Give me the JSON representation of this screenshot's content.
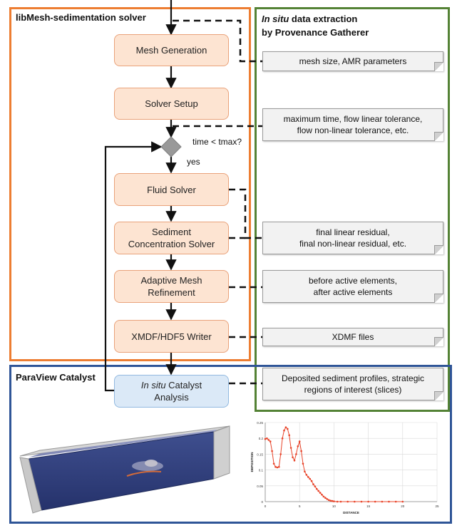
{
  "panels": {
    "libmesh_title": "libMesh-sedimentation solver",
    "insitu_title_em": "In situ",
    "insitu_title_rest": " data extraction",
    "insitu_title_line2": "by Provenance Gatherer",
    "paraview_title": "ParaView Catalyst"
  },
  "colors": {
    "orange": "#ed7d31",
    "green": "#548235",
    "blue": "#2f5597",
    "node_fill": "#fde4d2",
    "node_blue": "#dbe9f7"
  },
  "nodes": {
    "mesh_generation": "Mesh Generation",
    "solver_setup": "Solver Setup",
    "fluid_solver": "Fluid Solver",
    "sediment_line1": "Sediment",
    "sediment_line2": "Concentration Solver",
    "amr_line1": "Adaptive Mesh",
    "amr_line2": "Refinement",
    "writer": "XMDF/HDF5 Writer",
    "catalyst_em": "In situ",
    "catalyst_rest": " Catalyst",
    "catalyst_line2": "Analysis"
  },
  "decision": {
    "condition": "time < tmax?",
    "yes": "yes"
  },
  "docs": {
    "mesh": "mesh size, AMR parameters",
    "setup_line1": "maximum time, flow linear tolerance,",
    "setup_line2": "flow non-linear tolerance, etc.",
    "residual_line1": "final linear residual,",
    "residual_line2": "final non-linear residual, etc.",
    "amr_line1": "before active elements,",
    "amr_line2": "after active elements",
    "xdmf": "XDMF files",
    "catalyst_line1": "Deposited sediment profiles, strategic",
    "catalyst_line2": "regions of interest (slices)"
  },
  "chart_data": {
    "type": "line",
    "xlabel": "DISTANCE",
    "ylabel": "DEPOSITION",
    "xlim": [
      0,
      25
    ],
    "ylim": [
      0,
      0.25
    ],
    "xticks": [
      "0",
      "5",
      "10",
      "15",
      "20",
      "25"
    ],
    "yticks": [
      "0",
      "0.05",
      "0.1",
      "0.15",
      "0.2",
      "0.25"
    ],
    "series": [
      {
        "x": [
          0,
          0.25,
          0.5,
          0.75,
          1.0,
          1.25,
          1.5,
          1.75,
          2.0,
          2.25,
          2.5,
          2.75,
          3.0,
          3.25,
          3.5,
          3.75,
          4.0,
          4.25,
          4.5,
          4.75,
          5.0,
          5.25,
          5.5,
          5.75,
          6.0,
          6.25,
          6.5,
          6.75,
          7.0,
          7.25,
          7.5,
          7.75,
          8.0,
          8.25,
          8.5,
          8.75,
          9.0,
          9.25,
          9.5,
          9.75,
          10.0,
          10.5,
          11,
          12,
          13,
          14,
          15,
          16,
          17,
          18,
          19,
          20
        ],
        "y": [
          0.198,
          0.2,
          0.195,
          0.19,
          0.16,
          0.12,
          0.11,
          0.108,
          0.11,
          0.15,
          0.2,
          0.225,
          0.235,
          0.23,
          0.21,
          0.17,
          0.14,
          0.13,
          0.15,
          0.175,
          0.19,
          0.16,
          0.12,
          0.095,
          0.085,
          0.078,
          0.072,
          0.065,
          0.055,
          0.048,
          0.04,
          0.034,
          0.028,
          0.022,
          0.016,
          0.012,
          0.008,
          0.005,
          0.003,
          0.002,
          0.001,
          0.0,
          0.0,
          0.0,
          0.0,
          0.0,
          0.0,
          0.0,
          0.0,
          0.0,
          0.0,
          0.0
        ],
        "color": "#e8442a"
      }
    ]
  }
}
